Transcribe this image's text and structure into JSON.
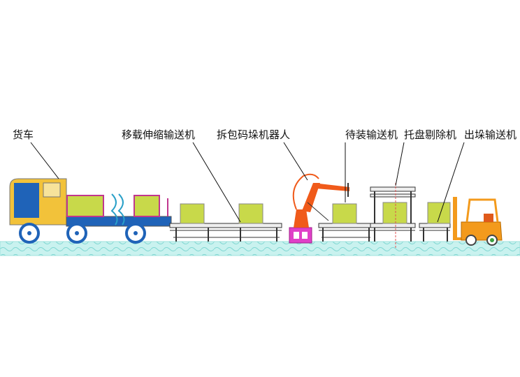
{
  "labels": {
    "truck": "货车",
    "transfer_conveyor": "移载伸缩输送机",
    "robot": "拆包码垛机器人",
    "waiting_conveyor": "待装输送机",
    "pallet_remover": "托盘剔除机",
    "outbound_conveyor": "出垛输送机"
  },
  "colors": {
    "truck_cab": "#f2c23a",
    "truck_cab_dark": "#1f63b8",
    "truck_bed": "#1f63b8",
    "cargo": "#c8d94a",
    "robot": "#f05a1a",
    "robot_base": "#e040c8",
    "forklift": "#f39a1c",
    "floor": "#c9f2ef",
    "conveyor": "#333333",
    "wheel": "#1f63b8"
  }
}
